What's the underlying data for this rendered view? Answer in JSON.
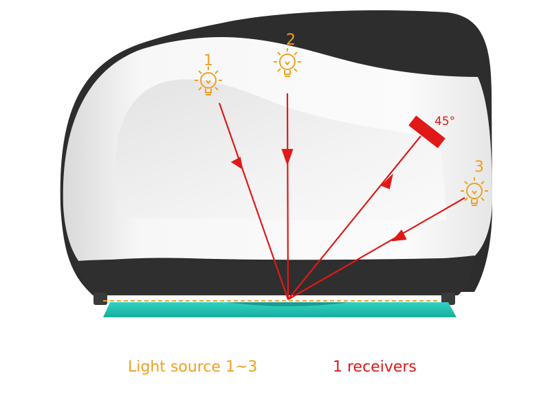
{
  "labels": {
    "source_1": "1",
    "source_2": "2",
    "source_3": "3",
    "receiver_angle": "45°"
  },
  "captions": {
    "light_source": "Light source 1~3",
    "receivers": "1 receivers"
  },
  "colors": {
    "light": "#f0a020",
    "ray": "#e01818",
    "sample_plate": "#1fbfb0",
    "device_body": "#f4f4f4",
    "device_dark": "#2d2d2d"
  },
  "icons": {
    "light_source": "lightbulb-icon",
    "receiver": "receiver-bar-icon"
  }
}
